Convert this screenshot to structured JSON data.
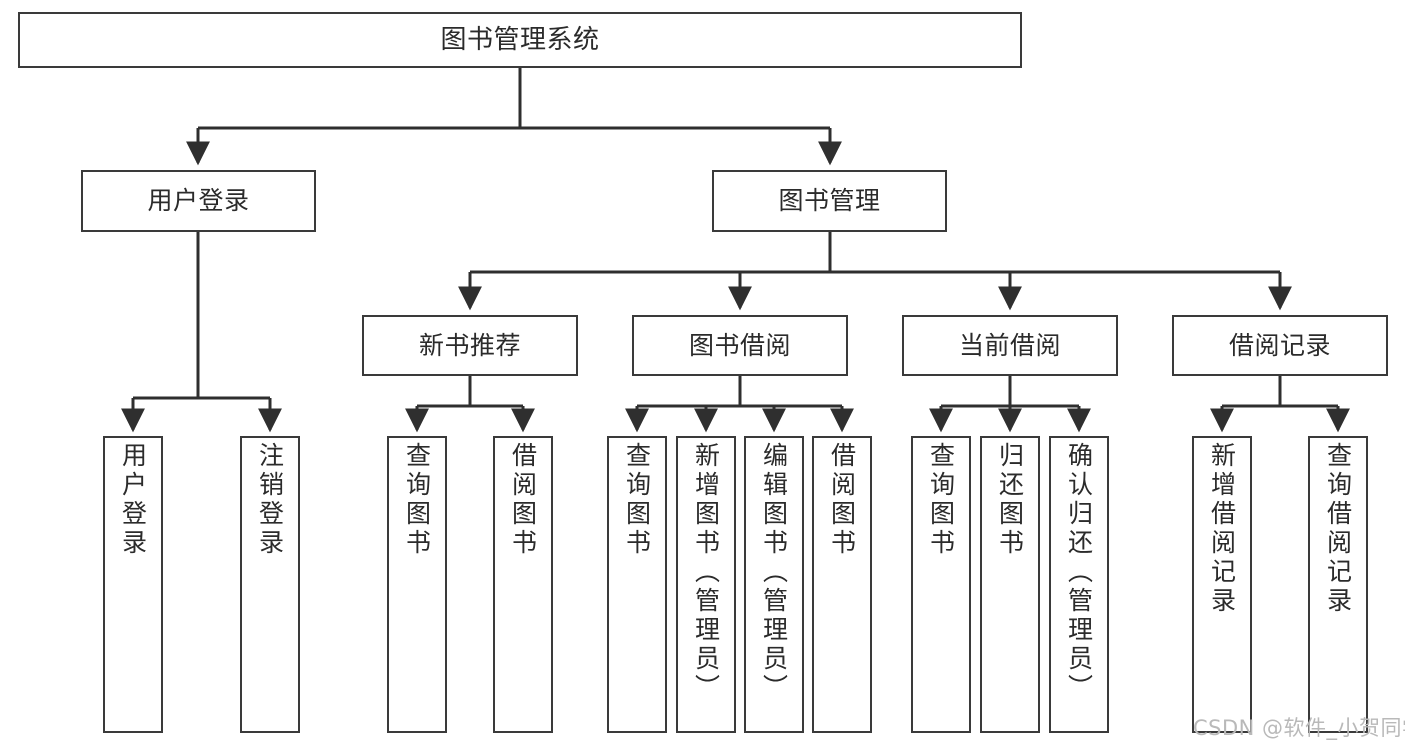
{
  "diagram": {
    "type": "tree-hierarchy",
    "title": "图书管理系统",
    "root": {
      "label": "图书管理系统"
    },
    "level1": [
      {
        "label": "用户登录"
      },
      {
        "label": "图书管理"
      }
    ],
    "level2": [
      {
        "label": "新书推荐"
      },
      {
        "label": "图书借阅"
      },
      {
        "label": "当前借阅"
      },
      {
        "label": "借阅记录"
      }
    ],
    "leaves": {
      "user_login": [
        {
          "label": "用户登录"
        },
        {
          "label": "注销登录"
        }
      ],
      "new_book_recommend": [
        {
          "label": "查询图书"
        },
        {
          "label": "借阅图书"
        }
      ],
      "book_borrow": [
        {
          "label": "查询图书"
        },
        {
          "label": "新增图书（管理员）"
        },
        {
          "label": "编辑图书（管理员）"
        },
        {
          "label": "借阅图书"
        }
      ],
      "current_borrow": [
        {
          "label": "查询图书"
        },
        {
          "label": "归还图书"
        },
        {
          "label": "确认归还（管理员）"
        }
      ],
      "borrow_record": [
        {
          "label": "新增借阅记录"
        },
        {
          "label": "查询借阅记录"
        }
      ]
    }
  },
  "watermark": {
    "text": "CSDN @软件_小贺同学"
  },
  "colors": {
    "box_border": "#3a3a3a",
    "box_fill": "#ffffff",
    "connector": "#2f2f2f",
    "text": "#2b2b2b",
    "watermark": "#b9b9b9"
  }
}
